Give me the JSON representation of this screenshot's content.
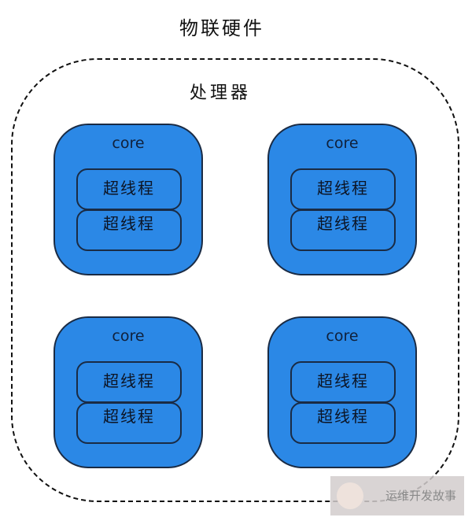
{
  "diagram": {
    "title": "物联硬件",
    "processor_label": "处理器",
    "colors": {
      "core_fill": "#2b88e6",
      "border": "#1a2b44",
      "dash": "#111111"
    },
    "cores": [
      {
        "label": "core",
        "threads": [
          "超线程",
          "超线程"
        ]
      },
      {
        "label": "core",
        "threads": [
          "超线程",
          "超线程"
        ]
      },
      {
        "label": "core",
        "threads": [
          "超线程",
          "超线程"
        ]
      },
      {
        "label": "core",
        "threads": [
          "超线程",
          "超线程"
        ]
      }
    ]
  },
  "watermark": {
    "text": "运维开发故事"
  }
}
